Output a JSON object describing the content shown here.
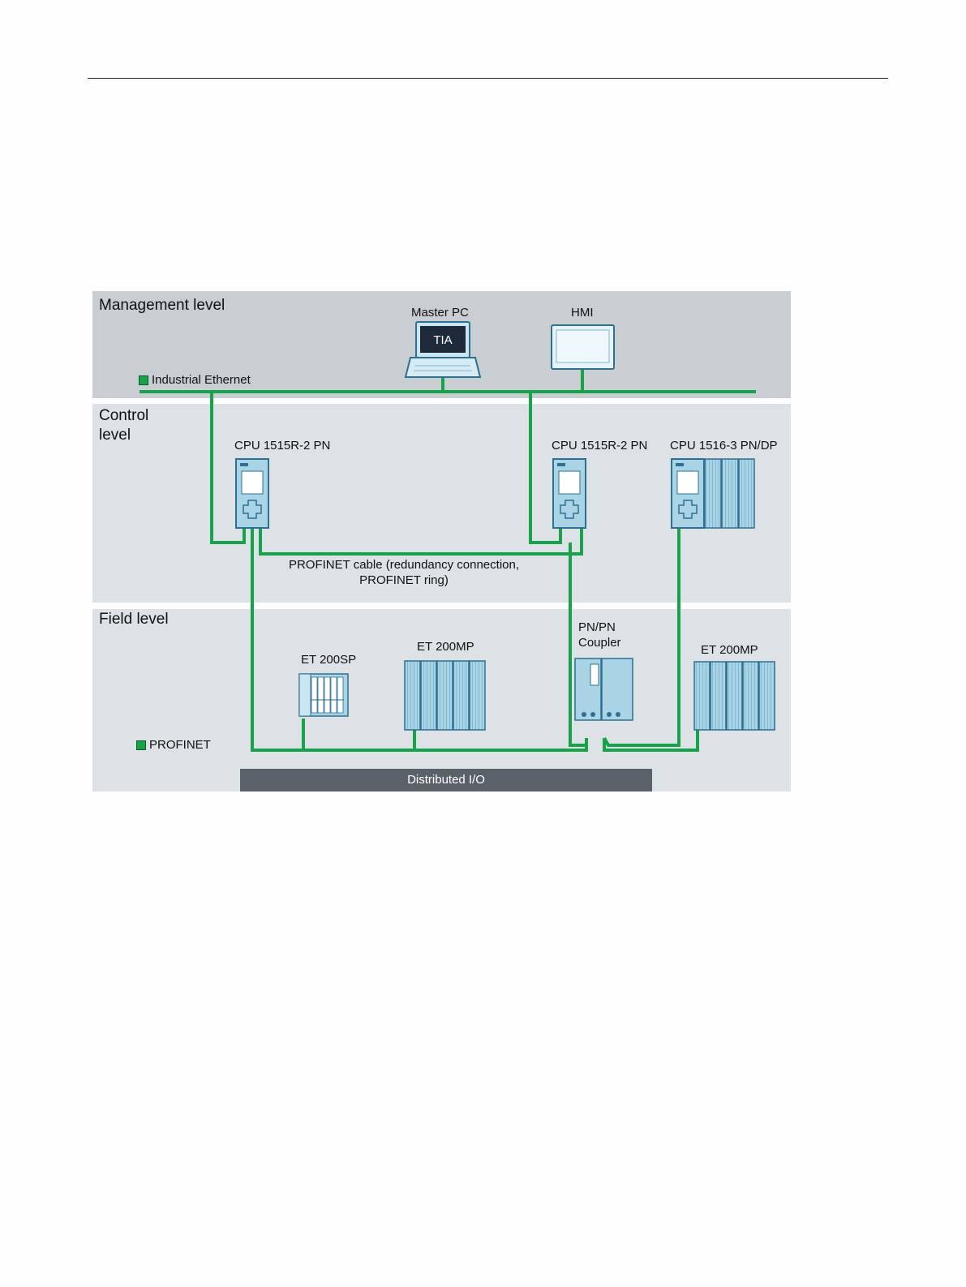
{
  "levels": {
    "management": "Management level",
    "control": "Control\nlevel",
    "field": "Field level"
  },
  "legend": {
    "industrial_ethernet": "Industrial Ethernet",
    "profinet": "PROFINET"
  },
  "devices": {
    "master_pc": {
      "label": "Master PC",
      "screen_text": "TIA"
    },
    "hmi": {
      "label": "HMI"
    },
    "cpu_left": {
      "label": "CPU 1515R-2 PN"
    },
    "cpu_right": {
      "label": "CPU 1515R-2 PN"
    },
    "cpu_1516": {
      "label": "CPU 1516-3 PN/DP"
    },
    "et200sp": {
      "label": "ET 200SP"
    },
    "et200mp_left": {
      "label": "ET 200MP"
    },
    "pn_coupler": {
      "label": "PN/PN\nCoupler"
    },
    "et200mp_right": {
      "label": "ET 200MP"
    }
  },
  "annotations": {
    "profinet_cable": "PROFINET cable (redundancy connection,\nPROFINET ring)"
  },
  "distributed_io": "Distributed I/O",
  "colors": {
    "cable": "#16a34a",
    "device_fill": "#a8d4e6",
    "device_stroke": "#2f6f8f"
  }
}
